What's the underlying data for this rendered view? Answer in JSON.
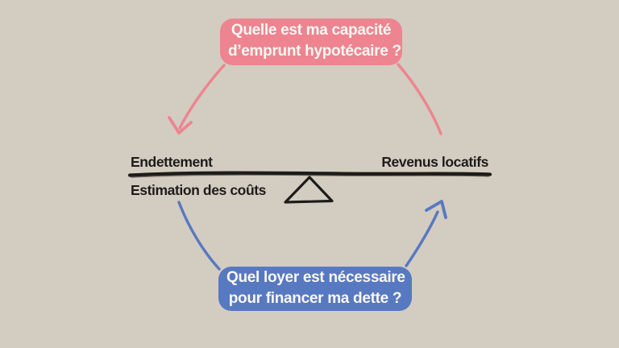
{
  "colors": {
    "background": "#d3ccc1",
    "pink": "#ed8490",
    "blue": "#5779c1",
    "ink": "#1d1c1a",
    "box_text": "#faf7f2"
  },
  "top_question": {
    "line1": "Quelle est ma capacité",
    "line2": "d’emprunt hypotécaire ?"
  },
  "bottom_question": {
    "line1": "Quel loyer est nécessaire",
    "line2": "pour financer ma dette ?"
  },
  "balance": {
    "left_label": "Endettement",
    "right_label": "Revenus locatifs",
    "cost_label": "Estimation des coûts"
  },
  "icons": {
    "beam": "balance-beam-line",
    "fulcrum": "triangle-fulcrum",
    "top_left_arrow": "curved-arrow-down-to-endettement",
    "top_right_link": "curved-line-revenus-to-top-question",
    "bottom_left_link": "curved-line-estimation-to-bottom-question",
    "bottom_right_arrow": "curved-arrow-up-to-revenus"
  }
}
